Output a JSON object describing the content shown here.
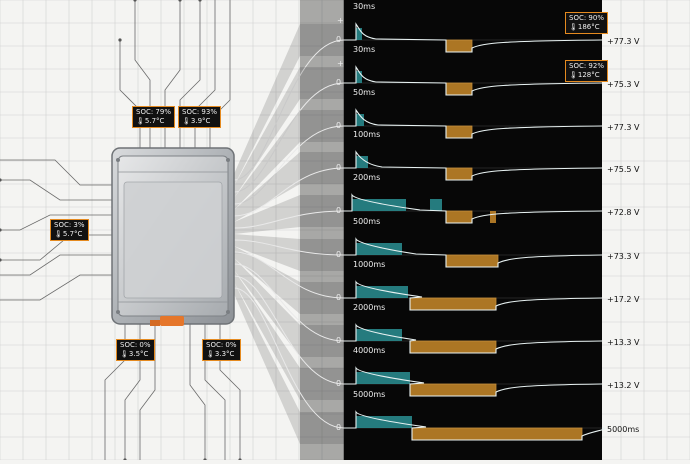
{
  "rows": [
    {
      "duration": "30ms",
      "zero": "0",
      "voltage": "+77.3 V",
      "plus": "+"
    },
    {
      "duration": "30ms",
      "zero": "0",
      "voltage": "+75.3 V",
      "plus": "+"
    },
    {
      "duration": "50ms",
      "zero": "0",
      "voltage": "+77.3 V",
      "plus": ""
    },
    {
      "duration": "100ms",
      "zero": "0",
      "voltage": "+75.5 V",
      "plus": ""
    },
    {
      "duration": "200ms",
      "zero": "0",
      "voltage": "+72.8 V",
      "plus": ""
    },
    {
      "duration": "500ms",
      "zero": "0",
      "voltage": "+73.3 V",
      "plus": ""
    },
    {
      "duration": "1000ms",
      "zero": "0",
      "voltage": "+17.2 V",
      "plus": ""
    },
    {
      "duration": "2000ms",
      "zero": "0",
      "voltage": "+13.3 V",
      "plus": ""
    },
    {
      "duration": "4000ms",
      "zero": "0",
      "voltage": "+13.2 V",
      "plus": ""
    },
    {
      "duration": "5000ms",
      "zero": "0",
      "voltage": "5000ms",
      "plus": ""
    }
  ],
  "scope_badges": [
    {
      "soc": "SOC: 90%",
      "temp": "🌡186°C"
    },
    {
      "soc": "SOC: 92%",
      "temp": "🌡128°C"
    }
  ],
  "cell_badges": [
    {
      "soc": "SOC: 79%",
      "temp": "🌡5.7°C"
    },
    {
      "soc": "SOC: 93%",
      "temp": "🌡3.9°C"
    },
    {
      "soc": "SOC: 3%",
      "temp": "🌡5.7°C"
    },
    {
      "soc": "SOC: 0%",
      "temp": "🌡3.5°C"
    },
    {
      "soc": "SOC: 0%",
      "temp": "🌡3.3°C"
    }
  ],
  "colors": {
    "charge": "#2a8f93",
    "discharge": "#c98a2a",
    "trace": "#e8f2f2",
    "scope_bg": "#070707",
    "badge_border": "#e58a1f",
    "battery": "#b9bcbf"
  }
}
